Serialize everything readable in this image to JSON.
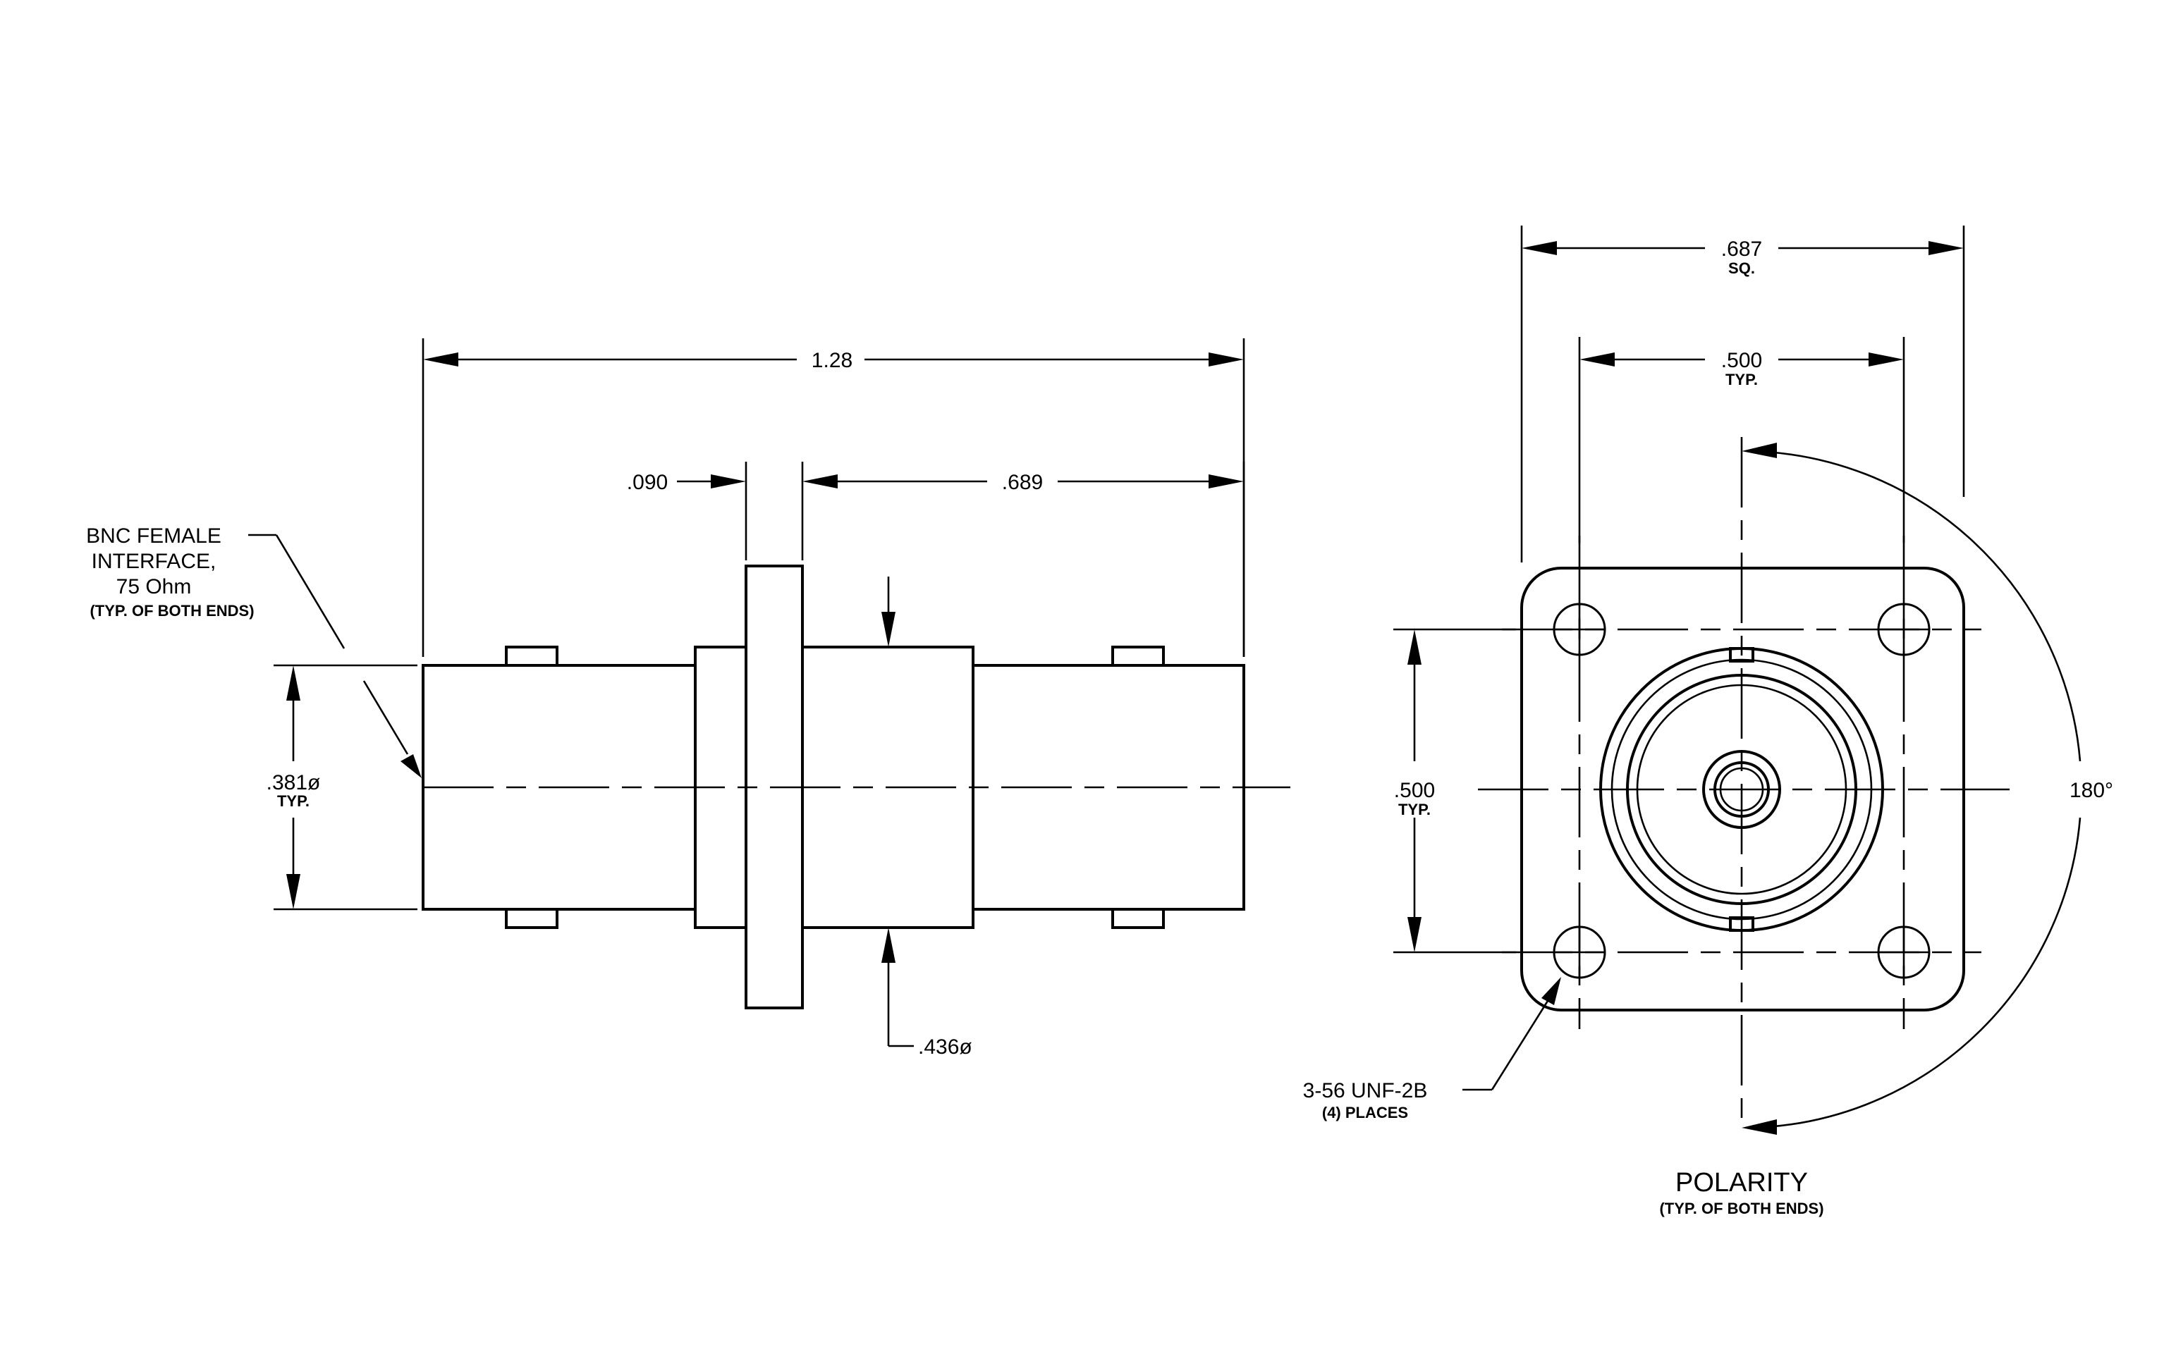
{
  "left_view": {
    "overall_length": "1.28",
    "flange_thickness": ".090",
    "body_length": ".689",
    "interface_note_lines": [
      "BNC FEMALE",
      "INTERFACE,",
      "75 Ohm"
    ],
    "interface_note_sub": "(TYP. OF BOTH ENDS)",
    "barrel_dia": ".381ø",
    "barrel_dia_sub": "TYP.",
    "body_dia": ".436ø"
  },
  "right_view": {
    "flange_size": ".687",
    "flange_size_sub": "SQ.",
    "hole_spacing_h": ".500",
    "hole_spacing_h_sub": "TYP.",
    "hole_spacing_v": ".500",
    "hole_spacing_v_sub": "TYP.",
    "angle": "180°",
    "thread_note": "3-56 UNF-2B",
    "thread_note_sub": "(4) PLACES",
    "polarity_title": "POLARITY",
    "polarity_sub": "(TYP. OF BOTH ENDS)"
  }
}
